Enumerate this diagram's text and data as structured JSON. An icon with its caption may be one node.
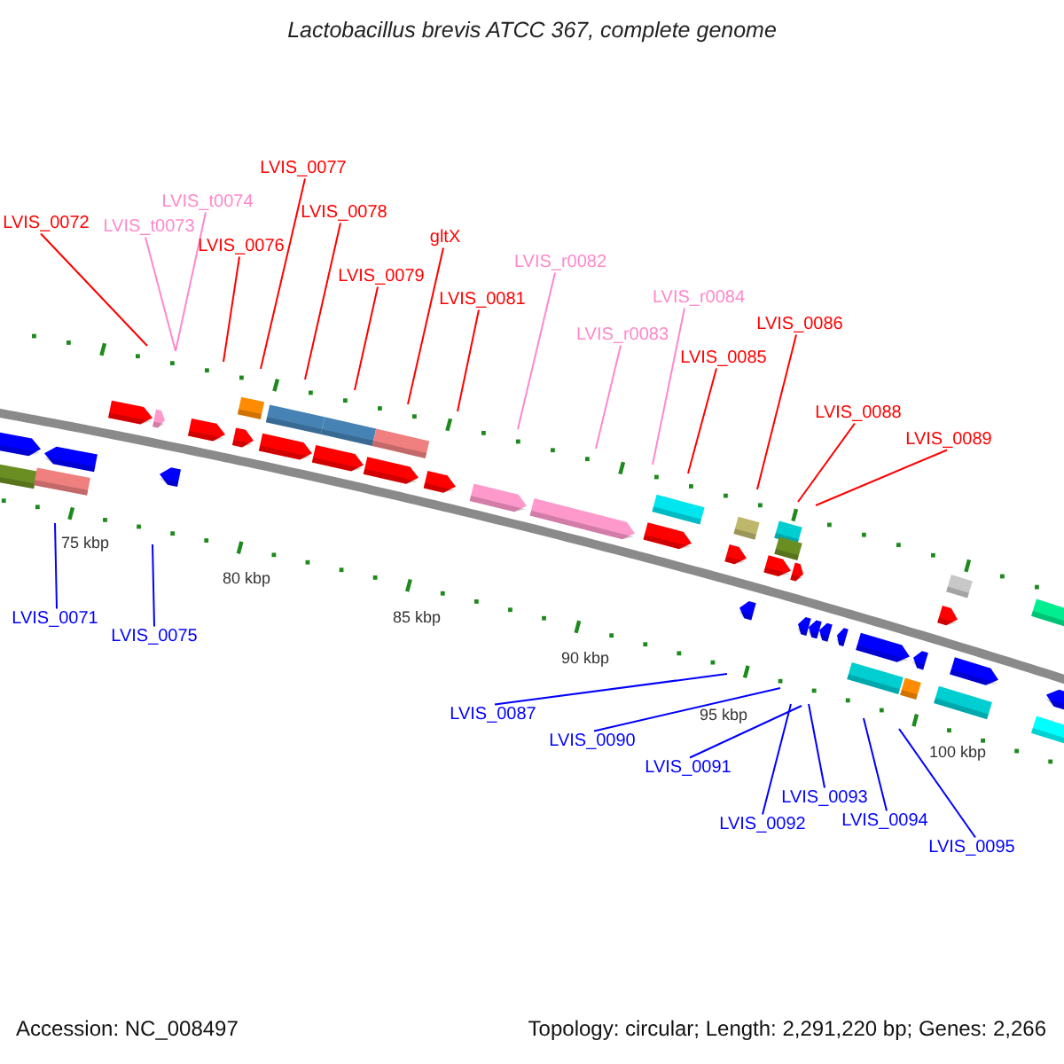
{
  "diagram": {
    "title": "Lactobacillus brevis ATCC 367, complete genome",
    "nodes": [
      {
        "text": [
          "LVIS_0072"
        ]
      },
      {
        "text": [
          "LVIS_t0073"
        ]
      },
      {
        "text": [
          "LVIS_t0074"
        ]
      },
      {
        "text": [
          "LVIS_0076"
        ]
      },
      {
        "text": [
          "LVIS_0077"
        ]
      },
      {
        "text": [
          "LVIS_0078"
        ]
      },
      {
        "text": [
          "gltX"
        ]
      },
      {
        "text": [
          "LVIS_0079"
        ]
      },
      {
        "text": [
          "LVIS_0081"
        ]
      },
      {
        "text": [
          "LVIS_r0082"
        ]
      },
      {
        "text": [
          "LVIS_r0083"
        ]
      },
      {
        "text": [
          "LVIS_r0084"
        ]
      },
      {
        "text": [
          "LVIS_0085"
        ]
      },
      {
        "text": [
          "LVIS_0086"
        ]
      },
      {
        "text": [
          "LVIS_0088"
        ]
      },
      {
        "text": [
          "LVIS_0089"
        ]
      },
      {
        "text": [
          "LVIS_0071"
        ]
      },
      {
        "text": [
          "LVIS_0075"
        ]
      },
      {
        "text": [
          "LVIS_0087"
        ]
      },
      {
        "text": [
          "LVIS_0090"
        ]
      },
      {
        "text": [
          "LVIS_0091"
        ]
      },
      {
        "text": [
          "LVIS_0093"
        ]
      },
      {
        "text": [
          "LVIS_0092"
        ]
      },
      {
        "text": [
          "LVIS_0094"
        ]
      },
      {
        "text": [
          "LVIS_0095"
        ]
      }
    ],
    "edges": [
      {
        "from": 0,
        "to": null,
        "arrow": "none"
      },
      {
        "from": 1,
        "to": null,
        "arrow": "none",
        "color": "#ff88cc"
      },
      {
        "from": 2,
        "to": null,
        "arrow": "none",
        "color": "#ff88cc"
      },
      {
        "from": 3,
        "to": null,
        "arrow": "none"
      },
      {
        "from": 4,
        "to": null,
        "arrow": "none"
      },
      {
        "from": 5,
        "to": null,
        "arrow": "none"
      },
      {
        "from": 6,
        "to": null,
        "arrow": "none"
      },
      {
        "from": 7,
        "to": null,
        "arrow": "none"
      },
      {
        "from": 8,
        "to": null,
        "arrow": "none"
      },
      {
        "from": 9,
        "to": null,
        "arrow": "none",
        "color": "#ff88cc"
      },
      {
        "from": 10,
        "to": null,
        "arrow": "none",
        "color": "#ff88cc"
      },
      {
        "from": 11,
        "to": null,
        "arrow": "none",
        "color": "#ff88cc"
      },
      {
        "from": 12,
        "to": null,
        "arrow": "none"
      },
      {
        "from": 13,
        "to": null,
        "arrow": "none"
      },
      {
        "from": 14,
        "to": null,
        "arrow": "none"
      },
      {
        "from": 15,
        "to": null,
        "arrow": "none"
      },
      {
        "from": 16,
        "to": null,
        "arrow": "none",
        "color": "#0000ff"
      },
      {
        "from": 17,
        "to": null,
        "arrow": "none",
        "color": "#0000ff"
      },
      {
        "from": 18,
        "to": null,
        "arrow": "none",
        "color": "#0000ff"
      },
      {
        "from": 19,
        "to": null,
        "arrow": "none",
        "color": "#0000ff"
      },
      {
        "from": 20,
        "to": null,
        "arrow": "none",
        "color": "#0000ff"
      },
      {
        "from": 21,
        "to": null,
        "arrow": "none",
        "color": "#0000ff"
      },
      {
        "from": 22,
        "to": null,
        "arrow": "none",
        "color": "#0000ff"
      },
      {
        "from": 23,
        "to": null,
        "arrow": "none",
        "color": "#0000ff"
      },
      {
        "from": 24,
        "to": null,
        "arrow": "none",
        "color": "#0000ff"
      }
    ],
    "labels": [
      "75 kbp",
      "80 kbp",
      "85 kbp",
      "90 kbp",
      "95 kbp",
      "100 kbp",
      "Accession: NC_008497",
      "Topology: circular; Length: 2,291,220 bp; Genes: 2,266"
    ]
  }
}
